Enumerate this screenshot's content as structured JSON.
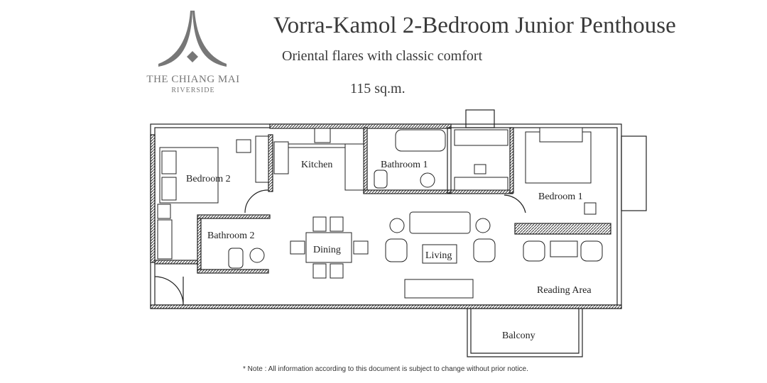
{
  "header": {
    "title": "Vorra-Kamol 2-Bedroom Junior Penthouse",
    "subtitle": "Oriental flares with classic comfort",
    "area": "115 sq.m."
  },
  "logo": {
    "name": "THE CHIANG MAI",
    "sub": "RIVERSIDE"
  },
  "rooms": {
    "bedroom2": "Bedroom 2",
    "kitchen": "Kitchen",
    "bathroom1": "Bathroom 1",
    "bedroom1": "Bedroom 1",
    "bathroom2": "Bathroom 2",
    "dining": "Dining",
    "living": "Living",
    "reading": "Reading Area",
    "balcony": "Balcony"
  },
  "footer": {
    "note": "* Note : All information according to this document is subject to change without prior notice."
  }
}
